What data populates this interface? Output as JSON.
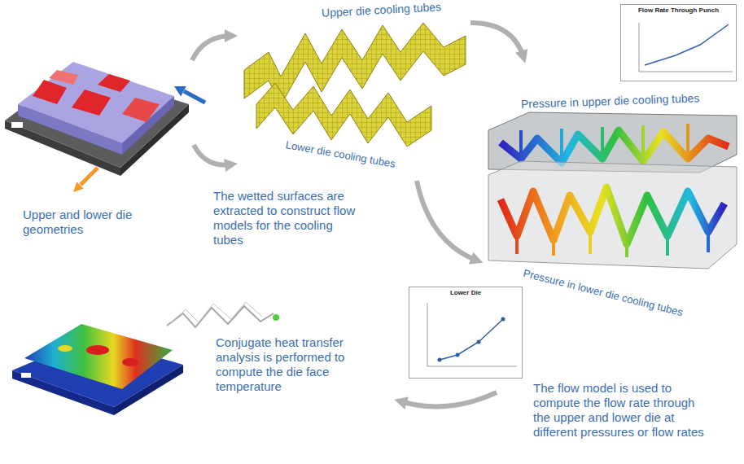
{
  "diagram": {
    "nodes": [
      {
        "text": [
          "Flow Rate Through Punch"
        ]
      },
      {
        "text": [
          "Lower Die"
        ]
      }
    ],
    "labels": [
      "Upper die cooling tubes",
      "Lower die cooling tubes",
      "Pressure in upper die cooling tubes",
      "Pressure in lower die cooling tubes",
      "Upper and lower die geometries",
      "The wetted surfaces are extracted to construct flow models for the cooling tubes",
      "Conjugate heat transfer analysis is performed to compute the die face temperature",
      "The flow model is used to compute the flow rate through the upper and lower die at different pressures or flow rates"
    ]
  }
}
